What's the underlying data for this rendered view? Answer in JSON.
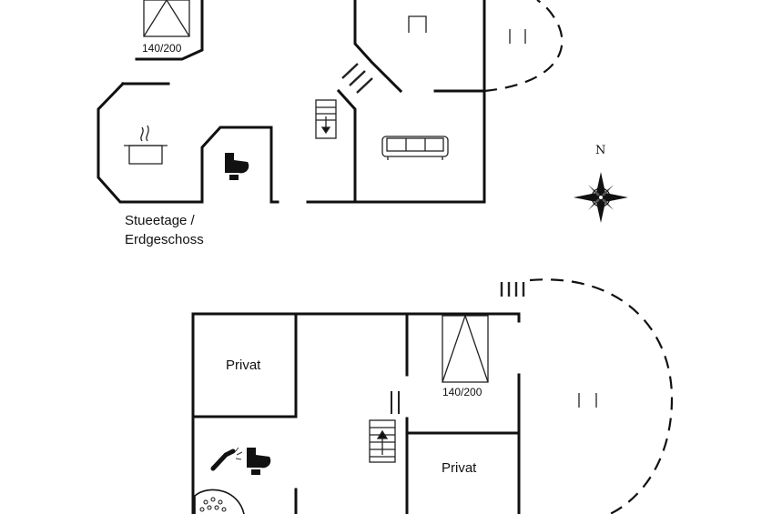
{
  "ground_floor": {
    "caption_line1": "Stueetage /",
    "caption_line2": "Erdgeschoss",
    "bed_size": "140/200"
  },
  "upper_floor": {
    "room_private_1": "Privat",
    "room_private_2": "Privat",
    "bed_size": "140/200"
  },
  "compass": {
    "north_label": "N"
  }
}
